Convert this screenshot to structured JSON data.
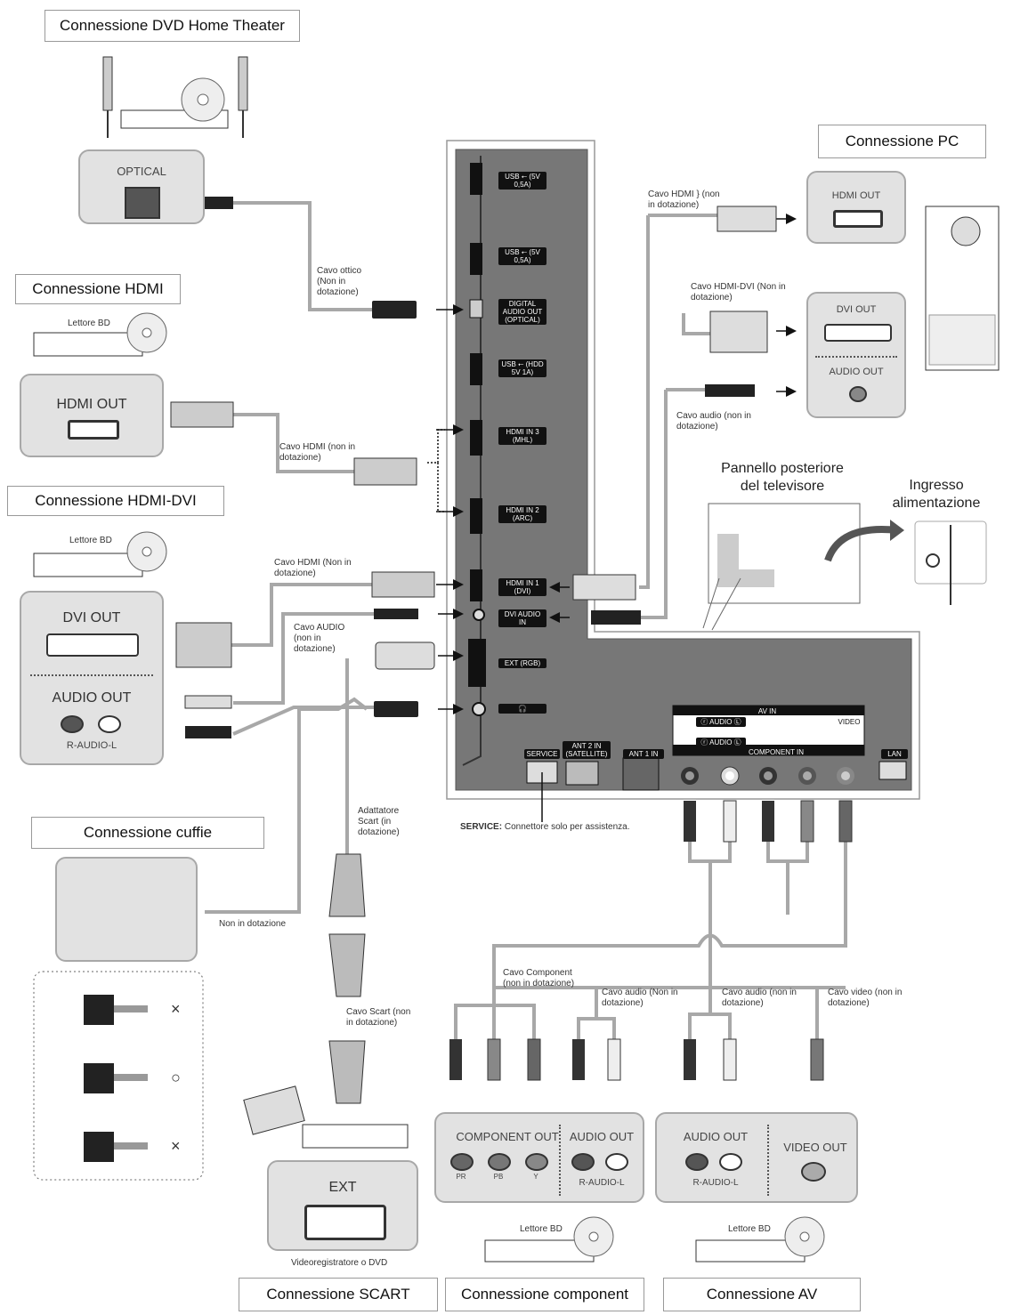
{
  "sections": {
    "dvd_home_theater": "Connessione DVD Home Theater",
    "hdmi": "Connessione HDMI",
    "hdmi_dvi": "Connessione HDMI-DVI",
    "headphones": "Connessione cuffie",
    "scart": "Connessione SCART",
    "component": "Connessione component",
    "av": "Connessione AV",
    "pc": "Connessione PC"
  },
  "device_ports": {
    "optical": "OPTICAL",
    "hdmi_out": "HDMI OUT",
    "dvi_out": "DVI OUT",
    "audio_out": "AUDIO OUT",
    "r_audio_l": "R-AUDIO-L",
    "ext": "EXT",
    "component_out": "COMPONENT OUT",
    "video_out": "VIDEO OUT",
    "pc_hdmi_out": "HDMI OUT",
    "pc_dvi_out": "DVI OUT",
    "pc_audio_out": "AUDIO OUT",
    "pr": "PR",
    "pb": "PB",
    "y": "Y"
  },
  "devices": {
    "bd_player": "Lettore BD",
    "vcr_dvd": "Videoregistratore o DVD"
  },
  "cables": {
    "optical": "Cavo ottico (Non in dotazione)",
    "hdmi": "Cavo HDMI (non in dotazione)",
    "hdmi2": "Cavo HDMI (Non in dotazione)",
    "audio": "Cavo AUDIO (non in dotazione)",
    "scart_adapter": "Adattatore Scart (in dotazione)",
    "headphones_not_included": "Non in dotazione",
    "scart": "Cavo Scart (non in dotazione)",
    "component": "Cavo Component (non in dotazione)",
    "component_audio": "Cavo audio (Non in dotazione)",
    "av_audio": "Cavo audio (non in dotazione)",
    "video": "Cavo video (non in dotazione)",
    "pc_hdmi": "Cavo HDMI } (non in dotazione)",
    "pc_hdmi_dvi": "Cavo HDMI-DVI (Non in dotazione)",
    "pc_audio": "Cavo audio (non in dotazione)"
  },
  "tv_ports": {
    "usb1": "USB ⭠ (5V 0,5A)",
    "usb2": "USB ⭠ (5V 0,5A)",
    "digital_audio_out": "DIGITAL AUDIO OUT (OPTICAL)",
    "usb3": "USB ⭠ (HDD 5V 1A)",
    "hdmi3": "HDMI IN 3 (MHL)",
    "hdmi2": "HDMI IN 2 (ARC)",
    "hdmi1": "HDMI IN 1 (DVI)",
    "dvi_audio": "DVI AUDIO IN",
    "ext_rgb": "EXT (RGB)",
    "headphone": "🎧",
    "service": "SERVICE",
    "ant2": "ANT 2 IN (SATELLITE)",
    "ant1": "ANT 1 IN",
    "lan": "LAN",
    "av_in": "AV IN",
    "audio_r_l": "ⓡ AUDIO Ⓛ",
    "video": "VIDEO",
    "component_in": "COMPONENT IN"
  },
  "service_note": {
    "label": "SERVICE:",
    "text": "Connettore solo per assistenza."
  },
  "rear_panel": "Pannello posteriore del televisore",
  "power_input": "Ingresso alimentazione",
  "jack_marks": [
    "×",
    "○",
    "×"
  ]
}
